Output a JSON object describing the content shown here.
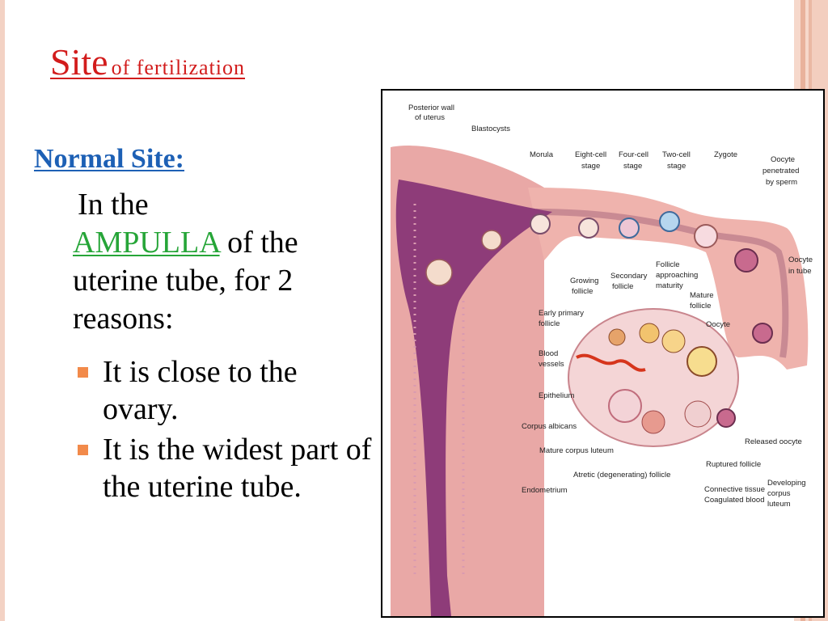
{
  "slide": {
    "title_big": "Site",
    "title_small": "of fertilization",
    "subhead": "Normal Site:",
    "line1": "In the",
    "ampulla": "AMPULLA",
    "line2_rest": "of the uterine tube, for 2 reasons:",
    "bullets": [
      "It is close to the ovary.",
      "It is the widest part of the uterine tube."
    ]
  },
  "figure": {
    "labels": {
      "posterior_wall": [
        "Posterior wall",
        "of uterus"
      ],
      "blastocysts": "Blastocysts",
      "morula": "Morula",
      "eight_cell": [
        "Eight-cell",
        "stage"
      ],
      "four_cell": [
        "Four-cell",
        "stage"
      ],
      "two_cell": [
        "Two-cell",
        "stage"
      ],
      "zygote": "Zygote",
      "oocyte_penetrated": [
        "Oocyte",
        "penetrated",
        "by sperm"
      ],
      "oocyte_in_tube": [
        "Oocyte",
        "in tube"
      ],
      "growing_follicle": [
        "Growing",
        "follicle"
      ],
      "secondary_follicle": [
        "Secondary",
        "follicle"
      ],
      "follicle_approaching": [
        "Follicle",
        "approaching",
        "maturity"
      ],
      "mature_follicle": [
        "Mature",
        "follicle"
      ],
      "oocyte": "Oocyte",
      "early_primary": [
        "Early primary",
        "follicle"
      ],
      "blood_vessels": [
        "Blood",
        "vessels"
      ],
      "epithelium": "Epithelium",
      "corpus_albicans": "Corpus albicans",
      "mature_corpus_luteum": "Mature corpus luteum",
      "atretic_follicle": "Atretic (degenerating) follicle",
      "ruptured_follicle": "Ruptured follicle",
      "released_oocyte": "Released oocyte",
      "endometrium": "Endometrium",
      "connective_tissue": "Connective tissue",
      "coagulated_blood": "Coagulated blood",
      "developing_corpus_luteum": [
        "Developing",
        "corpus",
        "luteum"
      ]
    }
  }
}
